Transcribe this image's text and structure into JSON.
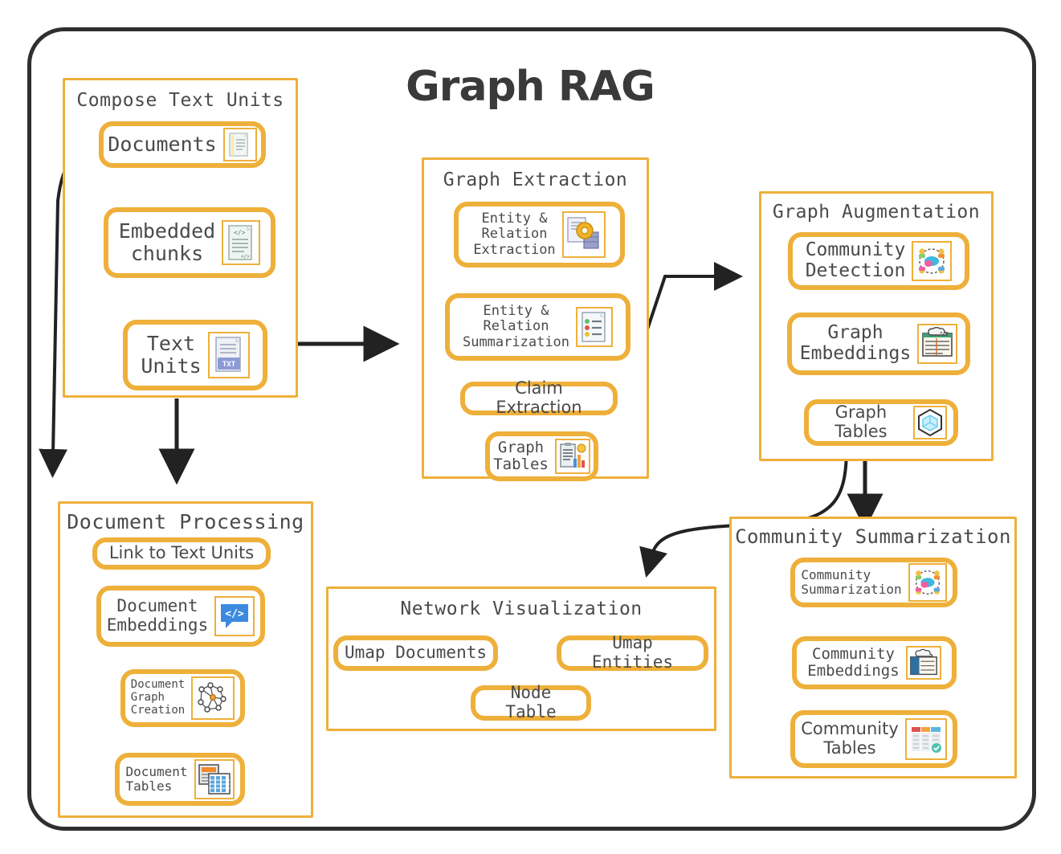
{
  "page": {
    "title": "Graph RAG",
    "accent_orange": "#eeb03a",
    "frame_color": "#2f2f2f",
    "text_color": "#4a4a4a",
    "background": "#ffffff"
  },
  "groups": {
    "compose_text_units": {
      "title": "Compose Text Units",
      "nodes": [
        {
          "label": "Documents",
          "icon": "document-icon"
        },
        {
          "label": "Embedded\nchunks",
          "icon": "code-document-icon"
        },
        {
          "label": "Text\nUnits",
          "icon": "txt-file-icon"
        }
      ]
    },
    "graph_extraction": {
      "title": "Graph Extraction",
      "nodes": [
        {
          "label": "Entity &\nRelation\nExtraction",
          "icon": "gear-document-icon"
        },
        {
          "label": "Entity &\nRelation\nSummarization",
          "icon": "checklist-document-icon"
        },
        {
          "label": "Claim Extraction",
          "icon": "none"
        },
        {
          "label": "Graph\nTables",
          "icon": "clipboard-chart-icon"
        }
      ]
    },
    "graph_augmentation": {
      "title": "Graph Augmentation",
      "nodes": [
        {
          "label": "Community\nDetection",
          "icon": "community-network-icon"
        },
        {
          "label": "Graph\nEmbeddings",
          "icon": "cloud-code-table-icon"
        },
        {
          "label": "Graph Tables",
          "icon": "hexagon-cube-icon"
        }
      ]
    },
    "document_processing": {
      "title": "Document Processing",
      "nodes": [
        {
          "label": "Link to Text Units",
          "icon": "none"
        },
        {
          "label": "Document\nEmbeddings",
          "icon": "code-bubble-icon"
        },
        {
          "label": "Document\nGraph\nCreation",
          "icon": "node-graph-icon"
        },
        {
          "label": "Document\nTables",
          "icon": "spreadsheet-icon"
        }
      ]
    },
    "network_visualization": {
      "title": "Network Visualization",
      "nodes": [
        {
          "label": "Umap Documents",
          "icon": "none"
        },
        {
          "label": "Umap Entities",
          "icon": "none"
        },
        {
          "label": "Node Table",
          "icon": "none"
        }
      ]
    },
    "community_summarization": {
      "title": "Community Summarization",
      "nodes": [
        {
          "label": "Community\nSummarization",
          "icon": "community-network-icon"
        },
        {
          "label": "Community\nEmbeddings",
          "icon": "cloud-table-icon"
        },
        {
          "label": "Community\nTables",
          "icon": "color-table-icon"
        }
      ]
    }
  }
}
